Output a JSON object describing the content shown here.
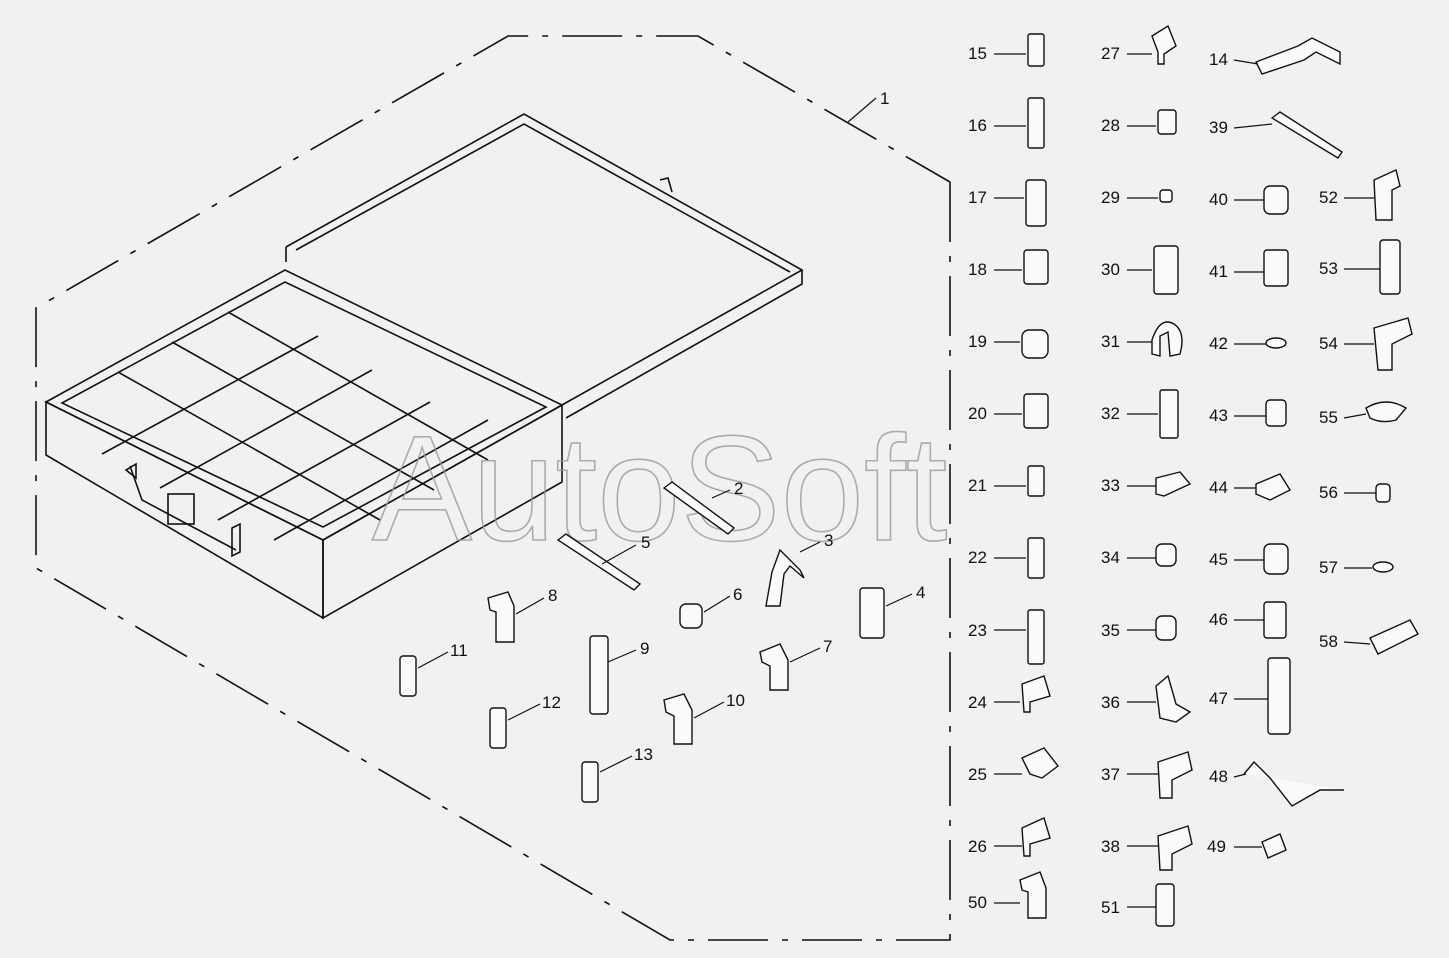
{
  "watermark": "AutoSoft",
  "callouts": [
    {
      "n": "1"
    },
    {
      "n": "2"
    },
    {
      "n": "3"
    },
    {
      "n": "4"
    },
    {
      "n": "5"
    },
    {
      "n": "6"
    },
    {
      "n": "7"
    },
    {
      "n": "8"
    },
    {
      "n": "9"
    },
    {
      "n": "10"
    },
    {
      "n": "11"
    },
    {
      "n": "12"
    },
    {
      "n": "13"
    },
    {
      "n": "15"
    },
    {
      "n": "16"
    },
    {
      "n": "17"
    },
    {
      "n": "18"
    },
    {
      "n": "19"
    },
    {
      "n": "20"
    },
    {
      "n": "21"
    },
    {
      "n": "22"
    },
    {
      "n": "23"
    },
    {
      "n": "24"
    },
    {
      "n": "25"
    },
    {
      "n": "26"
    },
    {
      "n": "50"
    },
    {
      "n": "27"
    },
    {
      "n": "28"
    },
    {
      "n": "29"
    },
    {
      "n": "30"
    },
    {
      "n": "31"
    },
    {
      "n": "32"
    },
    {
      "n": "33"
    },
    {
      "n": "34"
    },
    {
      "n": "35"
    },
    {
      "n": "36"
    },
    {
      "n": "37"
    },
    {
      "n": "38"
    },
    {
      "n": "51"
    },
    {
      "n": "14"
    },
    {
      "n": "39"
    },
    {
      "n": "40"
    },
    {
      "n": "41"
    },
    {
      "n": "42"
    },
    {
      "n": "43"
    },
    {
      "n": "44"
    },
    {
      "n": "45"
    },
    {
      "n": "46"
    },
    {
      "n": "47"
    },
    {
      "n": "48"
    },
    {
      "n": "49"
    },
    {
      "n": "52"
    },
    {
      "n": "53"
    },
    {
      "n": "54"
    },
    {
      "n": "55"
    },
    {
      "n": "56"
    },
    {
      "n": "57"
    },
    {
      "n": "58"
    }
  ]
}
